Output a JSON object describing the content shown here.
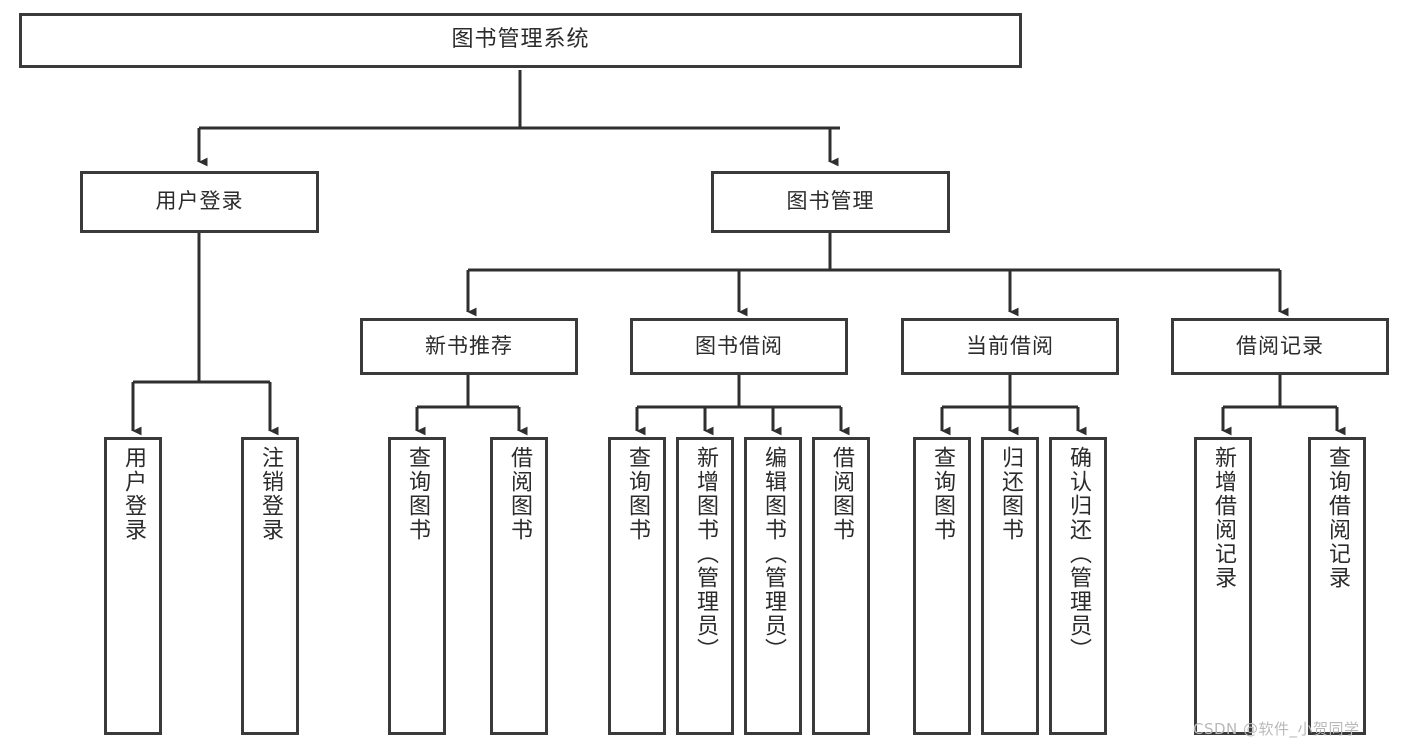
{
  "diagram": {
    "type": "tree-hierarchy-chart",
    "title": "图书管理系统",
    "orientation": "top-down",
    "colors": {
      "border": "#3a3a3a",
      "background": "#ffffff",
      "text": "#2b2b2b",
      "watermark": "#b9b9b9"
    },
    "levels": {
      "root": {
        "label": "图书管理系统"
      },
      "level1": [
        {
          "label": "用户登录"
        },
        {
          "label": "图书管理"
        }
      ],
      "level2": [
        {
          "label": "新书推荐"
        },
        {
          "label": "图书借阅"
        },
        {
          "label": "当前借阅"
        },
        {
          "label": "借阅记录"
        }
      ],
      "leaves": {
        "user_login": [
          {
            "label": "用户登录"
          },
          {
            "label": "注销登录"
          }
        ],
        "new_book_recommend": [
          {
            "label": "查询图书"
          },
          {
            "label": "借阅图书"
          }
        ],
        "book_borrow": [
          {
            "label": "查询图书"
          },
          {
            "label": "新增图书（管理员）"
          },
          {
            "label": "编辑图书（管理员）"
          },
          {
            "label": "借阅图书"
          }
        ],
        "current_borrow": [
          {
            "label": "查询图书"
          },
          {
            "label": "归还图书"
          },
          {
            "label": "确认归还（管理员）"
          }
        ],
        "borrow_record": [
          {
            "label": "新增借阅记录"
          },
          {
            "label": "查询借阅记录"
          }
        ]
      }
    }
  },
  "watermark": {
    "text": "CSDN @软件_小贺同学"
  }
}
